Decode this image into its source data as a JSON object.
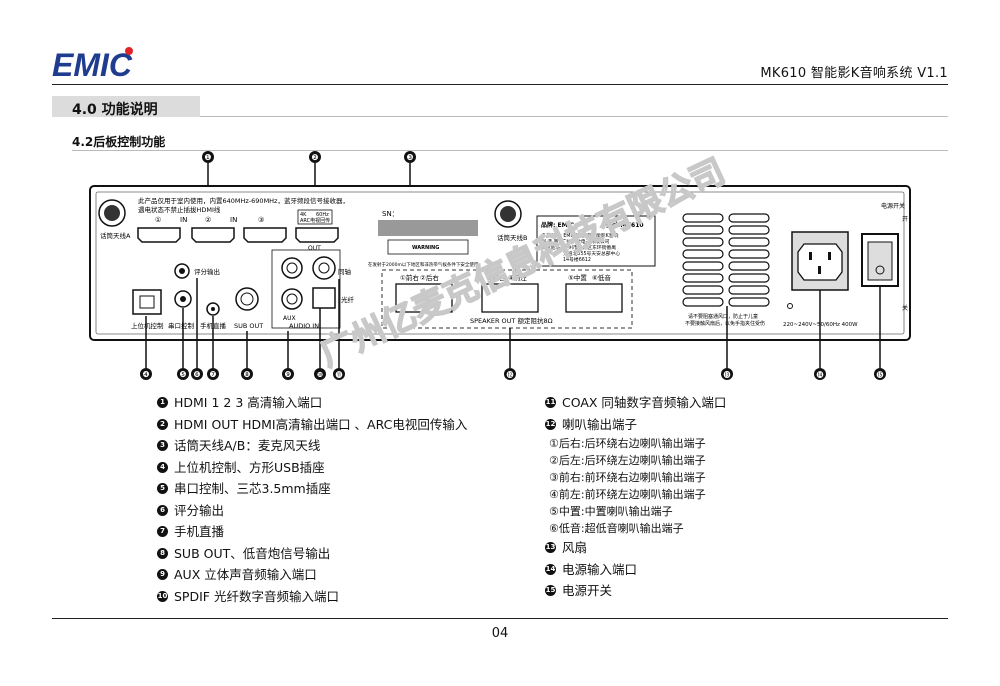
{
  "header": {
    "logo_text": "EMIC",
    "doc_title": "MK610 智能影K音响系统 V1.1"
  },
  "section": {
    "title": "4.0 功能说明",
    "subtitle": "4.2后板控制功能"
  },
  "panel": {
    "callouts": [
      "❶",
      "❷",
      "❸",
      "❹",
      "❺",
      "❻",
      "❼",
      "❽",
      "❾",
      "❿",
      "⓫",
      "⓬",
      "⓭",
      "⓮",
      "⓯"
    ],
    "notice": "此产品仅用于室内使用，内置640MHz-690MHz，蓝牙频段信号接收器，",
    "notice2": "遇电状态不禁止插拔HDMI线",
    "antenna_a": "话筒天线A",
    "antenna_b": "话筒天线B",
    "hdmi_in": [
      "①",
      "IN",
      "②",
      "IN",
      "③"
    ],
    "hdmi_out_4k": "4K",
    "hdmi_out_60": "60Hz",
    "hdmi_out_arc": "ARC电视回传",
    "out_label": "OUT",
    "sn_label": "SN：",
    "warning_label": "WARNING",
    "warning_text": "在发射于2000m以下地区和非热带气候条件下安全使用",
    "score_out": "评分输出",
    "coax": "同轴",
    "spdif": "光纤",
    "aux": "AUX",
    "audio_in": "AUDIO IN",
    "usb_label": "上位机控制",
    "serial_label": "串口控制",
    "phone_label": "手机直播",
    "sub_out": "SUB OUT",
    "spk": [
      "①前右",
      "②后右",
      "③前右",
      "④前左",
      "⑤中置",
      "⑥低音"
    ],
    "speaker_out": "SPEAKER OUT 额定阻抗8Ω",
    "nameplate_title": "品牌: EMIC",
    "nameplate_model": "型号:MK610",
    "nameplate_lines": [
      "产品名称: EMIC/亿麦克智能影K音响",
      "制 造 商: 广州乐歌电子有限公司",
      "公司地址: 广州市番禺区东环街番禺",
      "大道北555号天安总部中心",
      "14号楼6612"
    ],
    "fan_note": "请不要阻塞通风口，防止于儿童",
    "fan_note2": "不要接触风扇后，以免手指夹住受伤",
    "power_switch": "电源开关",
    "switch_on": "开",
    "switch_off": "关",
    "power_rating": "220~240V~50/60Hz 400W"
  },
  "legend_left": [
    {
      "num": "1",
      "text": "HDMI 1 2 3 高清输入端口"
    },
    {
      "num": "2",
      "text": "HDMI OUT  HDMI高清输出端口 、ARC电视回传输入"
    },
    {
      "num": "3",
      "text": "话筒天线A/B：麦克风天线"
    },
    {
      "num": "4",
      "text": "上位机控制、方形USB插座"
    },
    {
      "num": "5",
      "text": "串口控制、三芯3.5mm插座"
    },
    {
      "num": "6",
      "text": "评分输出"
    },
    {
      "num": "7",
      "text": "手机直播"
    },
    {
      "num": "8",
      "text": "SUB OUT、低音炮信号输出"
    },
    {
      "num": "9",
      "text": "AUX 立体声音频输入端口"
    },
    {
      "num": "10",
      "text": "SPDIF 光纤数字音频输入端口"
    }
  ],
  "legend_right": [
    {
      "num": "11",
      "text": "COAX 同轴数字音频输入端口"
    },
    {
      "num": "12",
      "text": "喇叭输出端子"
    },
    {
      "num": "13",
      "text": "风扇"
    },
    {
      "num": "14",
      "text": "电源输入端口"
    },
    {
      "num": "15",
      "text": "电源开关"
    }
  ],
  "speaker_terms": [
    "①后右:后环绕右边喇叭输出端子",
    "②后左:后环绕左边喇叭输出端子",
    "③前右:前环绕右边喇叭输出端子",
    "④前左:前环绕左边喇叭输出端子",
    "⑤中置:中置喇叭输出端子",
    "⑥低音:超低音喇叭输出端子"
  ],
  "watermark": "广州亿麦克信息科技有限公司",
  "page_number": "04",
  "colors": {
    "brand_blue": "#1f3c8f",
    "brand_red": "#e0242a",
    "rule": "#222222",
    "section_bg": "#dcdcdc"
  }
}
